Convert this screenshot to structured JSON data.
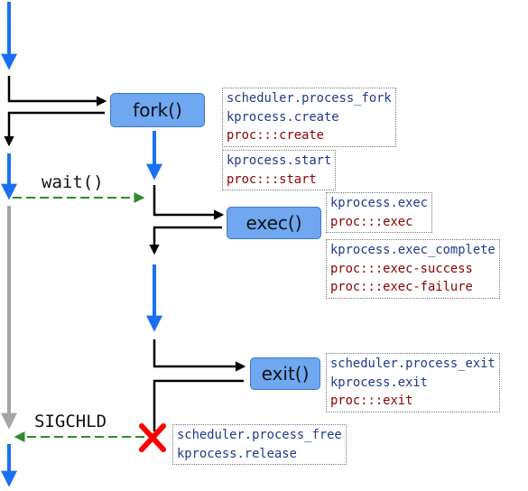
{
  "colors": {
    "flow_blue": "#1b6ff2",
    "line_black": "#000000",
    "signal_green": "#2e8b2e",
    "parent_gray": "#a6a6a6",
    "box_fill": "#6fa7f0",
    "probe_kernel": "#1e3a8a",
    "probe_proc": "#8b0000",
    "terminate_red": "#ff0000"
  },
  "calls": {
    "fork": "fork()",
    "exec": "exec()",
    "exit": "exit()"
  },
  "labels": {
    "wait": "wait()",
    "sigchld": "SIGCHLD"
  },
  "probes": {
    "fork": [
      {
        "text": "scheduler.process_fork",
        "kind": "kernel"
      },
      {
        "text": "kprocess.create",
        "kind": "kernel"
      },
      {
        "text": "proc:::create",
        "kind": "proc"
      }
    ],
    "start": [
      {
        "text": "kprocess.start",
        "kind": "kernel"
      },
      {
        "text": "proc:::start",
        "kind": "proc"
      }
    ],
    "exec": [
      {
        "text": "kprocess.exec",
        "kind": "kernel"
      },
      {
        "text": "proc:::exec",
        "kind": "proc"
      }
    ],
    "exec_complete": [
      {
        "text": "kprocess.exec_complete",
        "kind": "kernel"
      },
      {
        "text": "proc:::exec-success",
        "kind": "proc"
      },
      {
        "text": "proc:::exec-failure",
        "kind": "proc"
      }
    ],
    "exit": [
      {
        "text": "scheduler.process_exit",
        "kind": "kernel"
      },
      {
        "text": "kprocess.exit",
        "kind": "kernel"
      },
      {
        "text": "proc:::exit",
        "kind": "proc"
      }
    ],
    "free": [
      {
        "text": "scheduler.process_free",
        "kind": "kernel"
      },
      {
        "text": "kprocess.release",
        "kind": "kernel"
      }
    ]
  },
  "terminate_icon": "x-mark-icon"
}
